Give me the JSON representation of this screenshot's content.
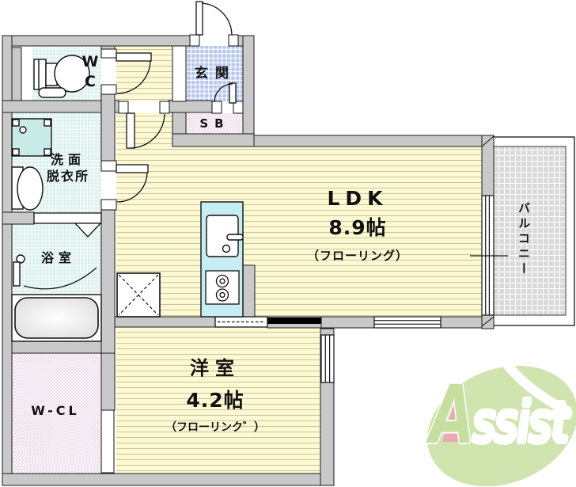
{
  "floor_plan": {
    "rooms": {
      "wc": {
        "label": "WC"
      },
      "entrance": {
        "label": "玄関"
      },
      "shoe_box": {
        "label": "SB"
      },
      "washroom": {
        "label_line1": "洗面",
        "label_line2": "脱衣所"
      },
      "bathroom": {
        "label": "浴室"
      },
      "ldk": {
        "label": "LDK",
        "size": "8.9帖",
        "floor_type": "（フローリング）"
      },
      "western_room": {
        "label": "洋室",
        "size": "4.2帖",
        "floor_type": "（フローリンク゛）"
      },
      "walk_in_closet": {
        "label": "W-CL"
      },
      "balcony": {
        "label": "バルコニー"
      }
    },
    "colors": {
      "wall_gray": "#c9c9c9",
      "flooring_yellow": "#fcf9d3",
      "wet_area_tile": "#d7f0ed",
      "entrance_tile": "#b7c8ed",
      "storage_pink": "#eed7ea",
      "balcony_tile": "#dadada",
      "kitchen_counter": "#c6edf3"
    }
  },
  "logo": {
    "text": "Assist",
    "leaf_color": "#cfe4ae",
    "accent_pink": "#eda7b4",
    "letter_color": "#ffffff",
    "first_letter_color": "#c6dfa0"
  }
}
